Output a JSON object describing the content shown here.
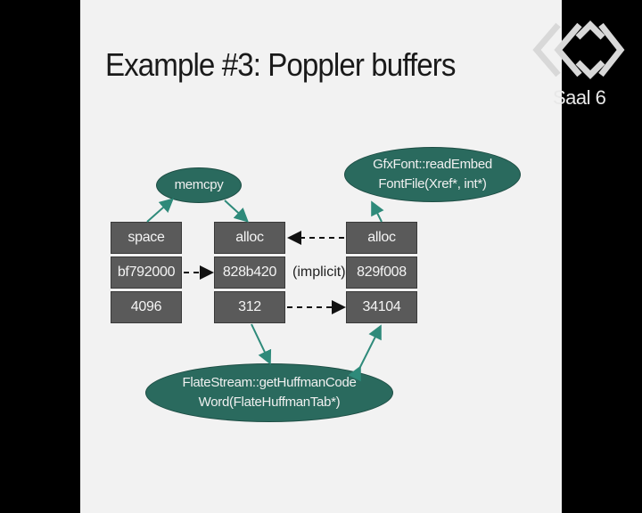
{
  "slide": {
    "title": "Example #3: Poppler buffers"
  },
  "diagram": {
    "box1": [
      "space",
      "bf792000",
      "4096"
    ],
    "box2": [
      "alloc",
      "828b420",
      "312"
    ],
    "box3": [
      "alloc",
      "829f008",
      "34104"
    ],
    "implicit_label": "(implicit)",
    "memcpy": "memcpy",
    "gfxfont_line1": "GfxFont::readEmbed",
    "gfxfont_line2": "FontFile(Xref*, int*)",
    "flate_line1": "FlateStream::getHuffmanCode",
    "flate_line2": "Word(FlateHuffmanTab*)"
  },
  "overlay": {
    "room_label": "Saal 6"
  },
  "colors": {
    "box_fill": "#5a5a5a",
    "ellipse_fill": "#2a6a5e",
    "arrow_teal": "#2e8a7a",
    "slide_bg": "#f2f2f2"
  }
}
